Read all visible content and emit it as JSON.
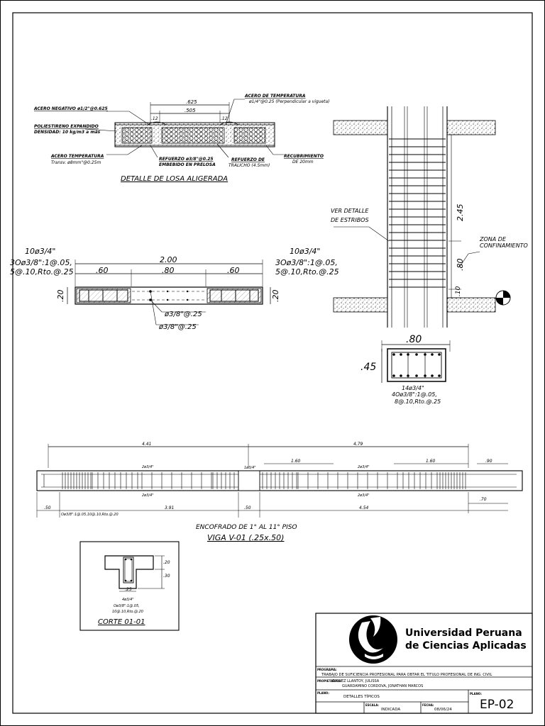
{
  "losa": {
    "title": "DETALLE DE LOSA ALIGERADA",
    "dim_top": ".625",
    "dim_mid": ".505",
    "dim_a": ".12",
    "dim_b": ".12",
    "labels": {
      "acero_negativo": "ACERO NEGATIVO ø1/2\"@0.625",
      "poliestireno": "POLIESTIRENO EXPANDIDO",
      "densidad": "DENSIDAD: 10 kg/m3 a más",
      "acero_temp_left": "ACERO TEMPERATURA",
      "acero_temp_left2": "Transv. ø8mm\"@0.25m",
      "acero_temp_top": "ACERO DE TEMPERATURA",
      "acero_temp_top2": "ø1/4\"@0.25 (Perpendicular a vigueta)",
      "refuerzo1": "REFUERZO ø3/8\"@0.25",
      "refuerzo1b": "EMBEBIDO EN PRELOSA",
      "refuerzo2": "REFUERZO DE",
      "refuerzo2b": "TRALICHO (4.5mm)",
      "recubrimiento": "RECUBRIMIENTO",
      "recubrimiento2": "DE 20mm"
    }
  },
  "planta": {
    "left_bars": "10ø3/4\"",
    "left_stirrups1": "3Oø3/8\":1@.05,",
    "left_stirrups2": "5@.10,Rto.@.25",
    "right_bars": "10ø3/4\"",
    "right_stirrups1": "3Oø3/8\":1@.05,",
    "right_stirrups2": "5@.10,Rto.@.25",
    "total": "2.00",
    "seg1": ".60",
    "seg2": ".80",
    "seg3": ".60",
    "h_left": ".20",
    "h_right": ".20",
    "bar_a": "ø3/8\"@.25",
    "bar_b": "ø3/8\"@.25"
  },
  "columna": {
    "ver_detalle1": "VER DETALLE",
    "ver_detalle2": "DE ESTRIBOS",
    "zona1": "ZONA DE",
    "zona2": "CONFINAMIENTO",
    "d245": "2.45",
    "d80": ".80",
    "d10": ".10"
  },
  "seccion": {
    "width": ".80",
    "height": ".45",
    "bars": "14ø3/4\"",
    "stir1": "4Oø3/8\":1@.05,",
    "stir2": "8@.10,Rto.@.25"
  },
  "viga": {
    "d441": "4.41",
    "d479": "4.79",
    "d160a": "1.60",
    "d160b": "1.60",
    "d90": ".90",
    "top_left": "2ø3/4\"",
    "top_mid": "1ø3/4\"",
    "top_right": "2ø3/4\"",
    "bot_left": "2ø3/4\"",
    "bot_right": "2ø3/4\"",
    "d70": ".70",
    "d50a": ".50",
    "stirrups": "Oø3/8\":1@.05,10@.10,Rto.@.20",
    "d391": "3.91",
    "d50b": ".50",
    "d454": "4.54",
    "title1": "ENCOFRADO DE 1° AL 11° PISO",
    "title2": "VIGA V-01   (.25x.50)"
  },
  "corte": {
    "d20": ".20",
    "d30": ".30",
    "d25": ".25",
    "bars": "4ø3/4\"",
    "stir1": "Oø3/8\":1@.05,",
    "stir2": "10@.10,Rto.@.20",
    "title": "CORTE 01-01"
  },
  "titleblock": {
    "uni1": "Universidad Peruana",
    "uni2": "de Ciencias Aplicadas",
    "programa_label": "PROGRAMA:",
    "programa": "TRABAJO DE SUFICIENCIA PROFESIONAL PARA OBTAR EL TITULO PROFESIONAL DE ING. CIVIL",
    "propietarios_label": "PROPIETARIOS:",
    "prop1": "GALVEZ LLANTOY, JULISSA",
    "prop2": "GUARDAMINO CORDOVA, JONATHAN MARCOS",
    "plano_label": "PLANO:",
    "plano": "DETALLES TÍPICOS",
    "escala_label": "ESCALA:",
    "escala": "INDICADA",
    "fecha_label": "FECHA:",
    "fecha": "08/06/24",
    "plano_num_label": "PLANO:",
    "plano_num": "EP-02"
  }
}
